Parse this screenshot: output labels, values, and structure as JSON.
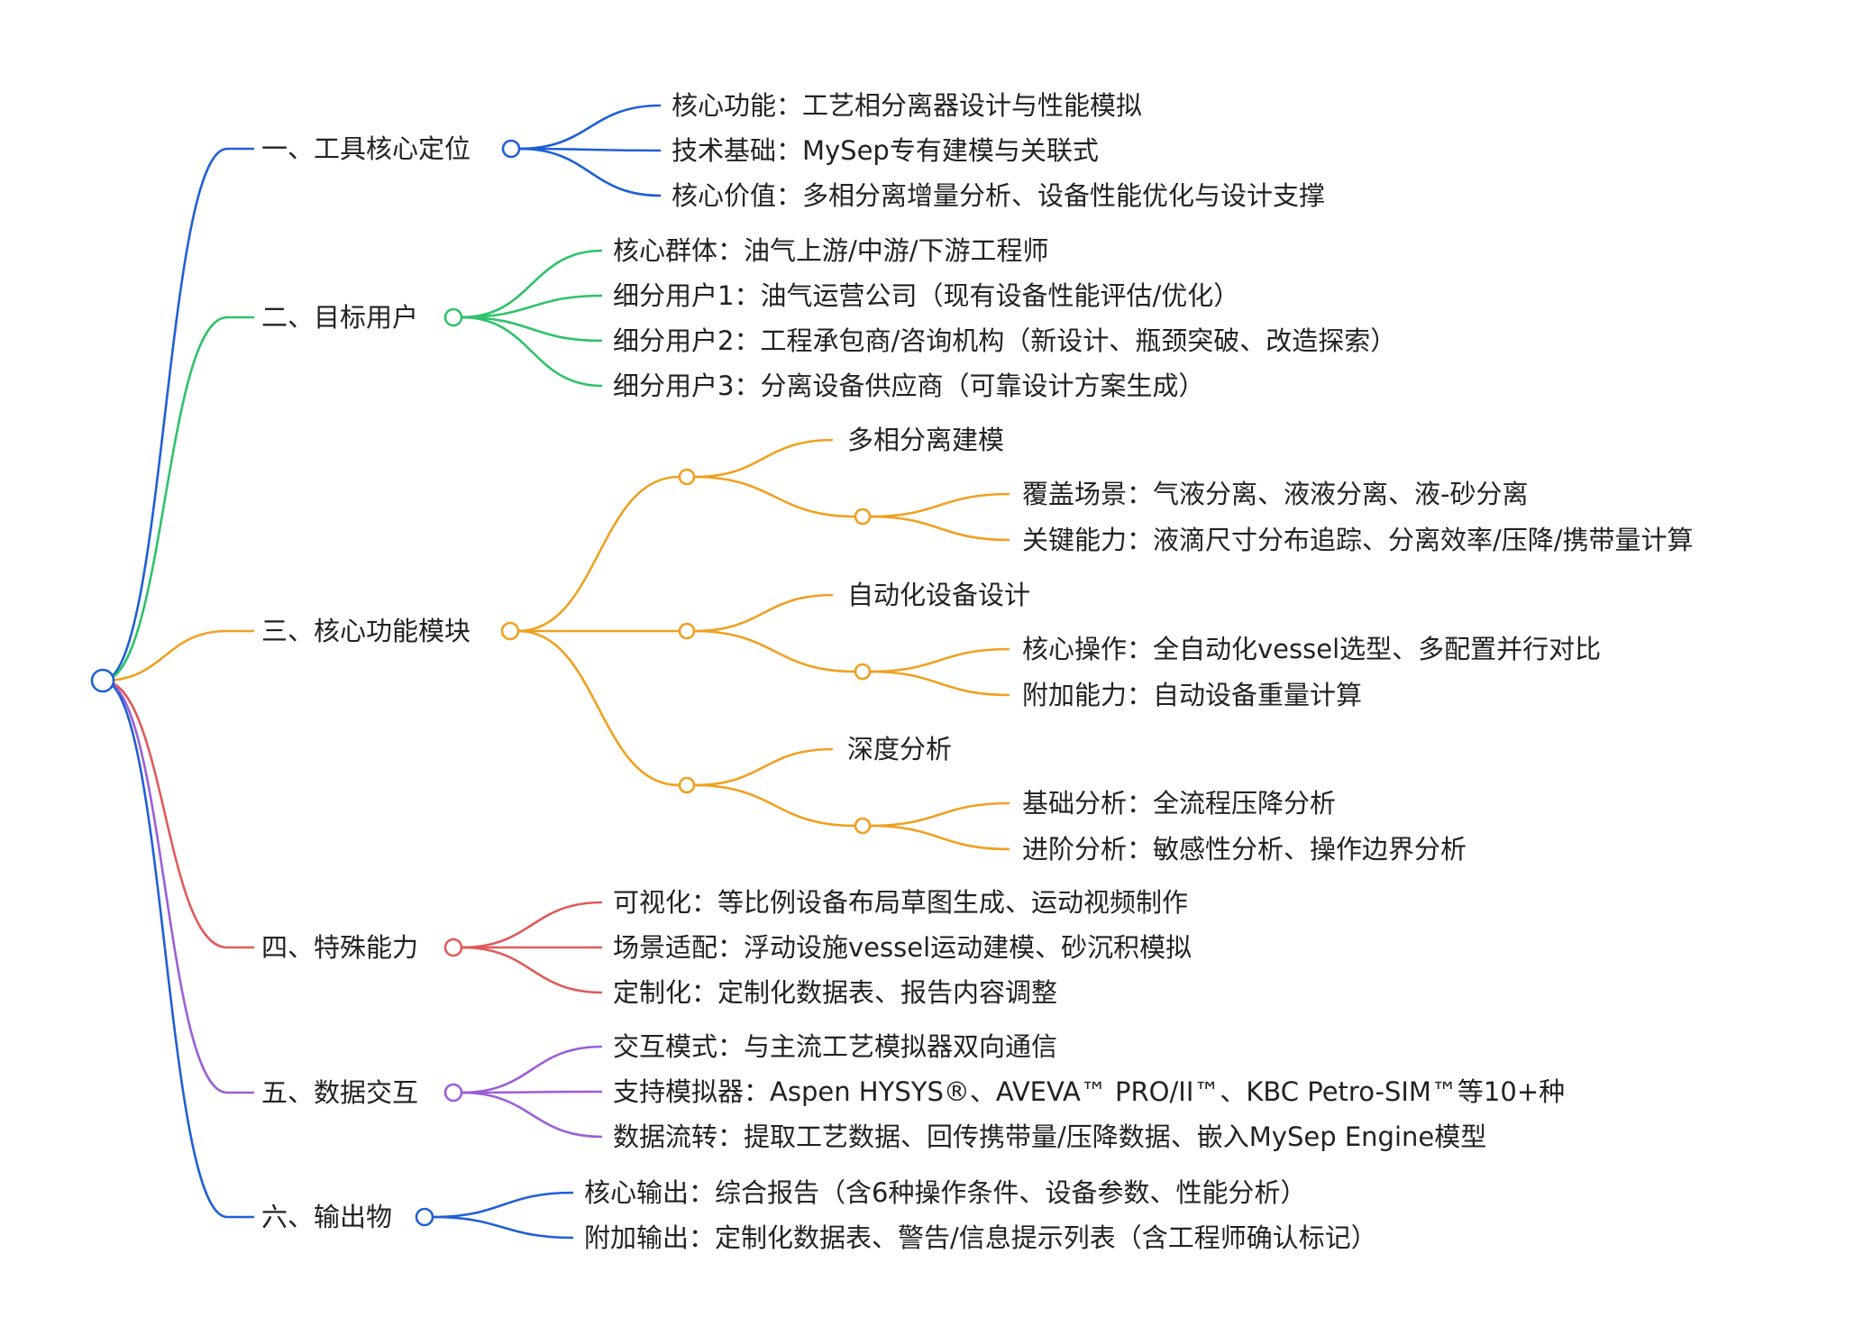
{
  "root": {
    "color": "#1f5fd6"
  },
  "branches": [
    {
      "key": "b1",
      "label": "一、工具核心定位",
      "color": "#1f5fd6",
      "children": [
        {
          "label": "核心功能：工艺相分离器设计与性能模拟"
        },
        {
          "label": "技术基础：MySep专有建模与关联式"
        },
        {
          "label": "核心价值：多相分离增量分析、设备性能优化与设计支撑"
        }
      ]
    },
    {
      "key": "b2",
      "label": "二、目标用户",
      "color": "#2ec26a",
      "children": [
        {
          "label": "核心群体：油气上游/中游/下游工程师"
        },
        {
          "label": "细分用户1：油气运营公司（现有设备性能评估/优化）"
        },
        {
          "label": "细分用户2：工程承包商/咨询机构（新设计、瓶颈突破、改造探索）"
        },
        {
          "label": "细分用户3：分离设备供应商（可靠设计方案生成）"
        }
      ]
    },
    {
      "key": "b3",
      "label": "三、核心功能模块",
      "color": "#f0a020",
      "modules": [
        {
          "title": "多相分离建模",
          "items": [
            {
              "label": "覆盖场景：气液分离、液液分离、液-砂分离"
            },
            {
              "label": "关键能力：液滴尺寸分布追踪、分离效率/压降/携带量计算"
            }
          ]
        },
        {
          "title": "自动化设备设计",
          "items": [
            {
              "label": "核心操作：全自动化vessel选型、多配置并行对比"
            },
            {
              "label": "附加能力：自动设备重量计算"
            }
          ]
        },
        {
          "title": "深度分析",
          "items": [
            {
              "label": "基础分析：全流程压降分析"
            },
            {
              "label": "进阶分析：敏感性分析、操作边界分析"
            }
          ]
        }
      ]
    },
    {
      "key": "b4",
      "label": "四、特殊能力",
      "color": "#e05a5a",
      "children": [
        {
          "label": "可视化：等比例设备布局草图生成、运动视频制作"
        },
        {
          "label": "场景适配：浮动设施vessel运动建模、砂沉积模拟"
        },
        {
          "label": "定制化：定制化数据表、报告内容调整"
        }
      ]
    },
    {
      "key": "b5",
      "label": "五、数据交互",
      "color": "#9b5fd6",
      "children": [
        {
          "label": "交互模式：与主流工艺模拟器双向通信"
        },
        {
          "label": "支持模拟器：Aspen HYSYS®、AVEVA™ PRO/II™、KBC Petro-SIM™等10+种"
        },
        {
          "label": "数据流转：提取工艺数据、回传携带量/压降数据、嵌入MySep Engine模型"
        }
      ]
    },
    {
      "key": "b6",
      "label": "六、输出物",
      "color": "#1f5fd6",
      "children": [
        {
          "label": "核心输出：综合报告（含6种操作条件、设备参数、性能分析）"
        },
        {
          "label": "附加输出：定制化数据表、警告/信息提示列表（含工程师确认标记）"
        }
      ]
    }
  ]
}
